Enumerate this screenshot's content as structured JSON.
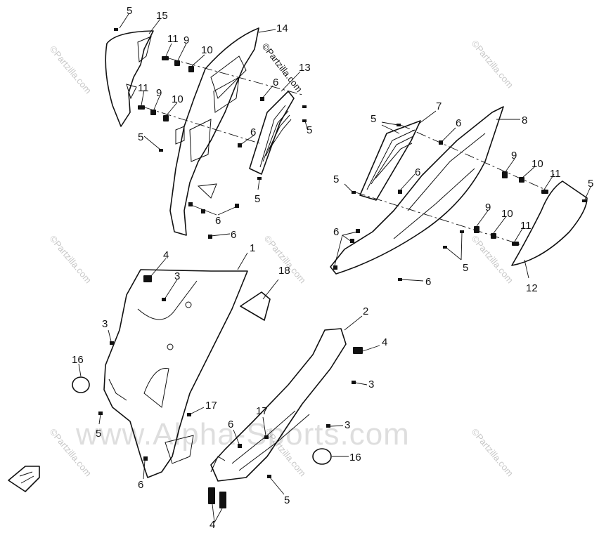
{
  "copyright": "©Partzilla.com",
  "watermark": "www.Alpha-Sports.com",
  "stamp_text": "©Partzilla.com",
  "callouts": {
    "c15": "15",
    "c5a": "5",
    "c11a": "11",
    "c9a": "9",
    "c10a": "10",
    "c14": "14",
    "c13": "13",
    "c11b": "11",
    "c9b": "9",
    "c10b": "10",
    "c6a": "6",
    "c5b": "5",
    "c6b": "6",
    "c5c": "5",
    "c5d": "5",
    "c6c": "6",
    "c6d": "6",
    "c7": "7",
    "c5e": "5",
    "c6e": "6",
    "c8": "8",
    "c6f": "6",
    "c5f": "5",
    "c9c": "9",
    "c10c": "10",
    "c11c": "11",
    "c5g": "5",
    "c9d": "9",
    "c10d": "10",
    "c11d": "11",
    "c6g": "6",
    "c5h": "5",
    "c6h": "6",
    "c12": "12",
    "c1": "1",
    "c4a": "4",
    "c3a": "3",
    "c18": "18",
    "c3b": "3",
    "c16a": "16",
    "c5i": "5",
    "c17a": "17",
    "c6i": "6",
    "c2": "2",
    "c4b": "4",
    "c3c": "3",
    "c17b": "17",
    "c6j": "6",
    "c3d": "3",
    "c16b": "16",
    "c5j": "5",
    "c4c": "4"
  }
}
